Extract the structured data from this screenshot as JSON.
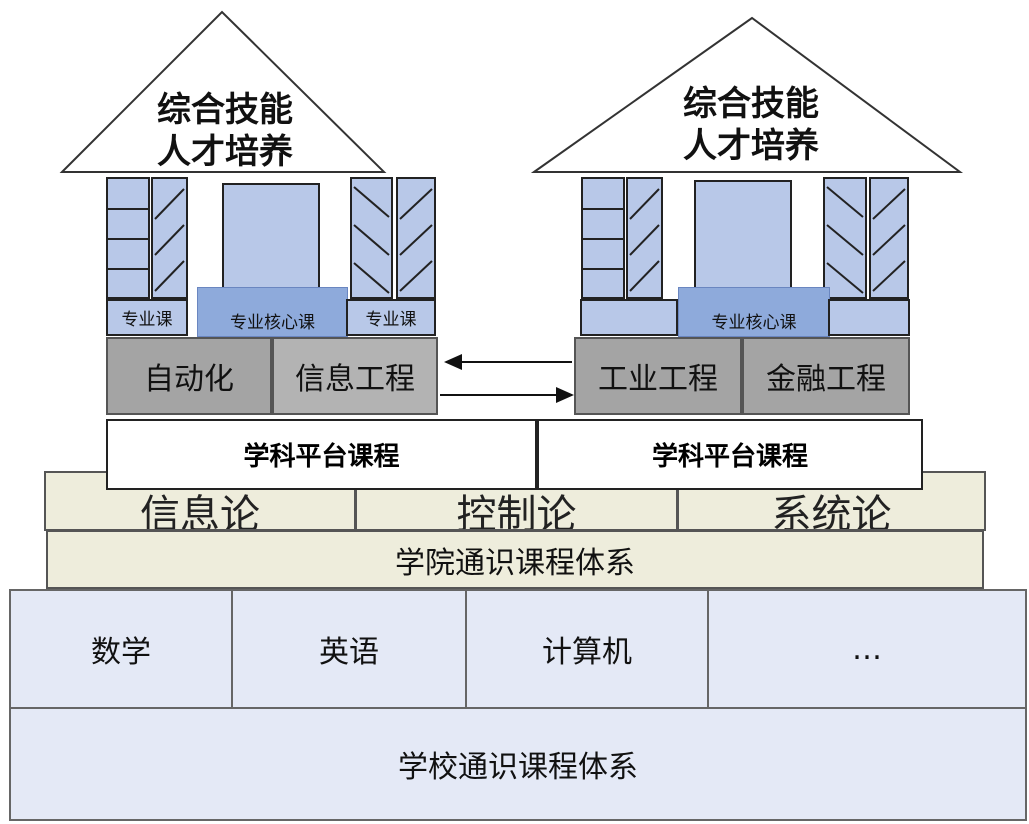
{
  "left_house": {
    "roof_title": "综合技能\n人才培养",
    "left_ledge": "专业课",
    "core_course": "专业核心课",
    "right_ledge": "专业课",
    "majors": [
      "自动化",
      "信息工程"
    ]
  },
  "right_house": {
    "roof_title": "综合技能\n人才培养",
    "core_course": "专业核心课",
    "majors": [
      "工业工程",
      "金融工程"
    ]
  },
  "platform": {
    "left": "学科平台课程",
    "right": "学科平台课程"
  },
  "college": {
    "theories": [
      "信息论",
      "控制论",
      "系统论"
    ],
    "system": "学院通识课程体系"
  },
  "school": {
    "subjects": [
      "数学",
      "英语",
      "计算机",
      "…"
    ],
    "system": "学校通识课程体系"
  },
  "colors": {
    "house_fill": "#b8c8e8",
    "core_fill": "#8eaadb",
    "major_fill": "#a4a4a4",
    "college_fill": "#eeeddc",
    "school_fill": "#e4e9f6"
  }
}
